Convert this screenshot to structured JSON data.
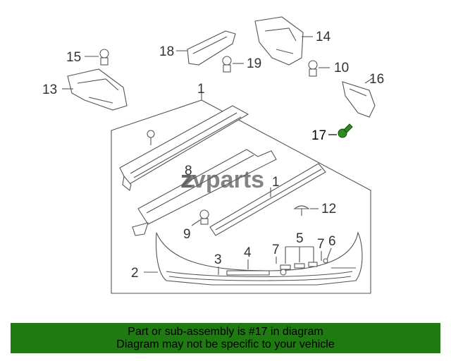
{
  "callouts": {
    "c1": "1",
    "c1b": "1",
    "c2": "2",
    "c3": "3",
    "c4": "4",
    "c5": "5",
    "c6": "6",
    "c7a": "7",
    "c7b": "7",
    "c8": "8",
    "c9": "9",
    "c10": "10",
    "c12": "12",
    "c13": "13",
    "c14": "14",
    "c15": "15",
    "c16": "16",
    "c17": "17",
    "c18": "18",
    "c19": "19"
  },
  "watermark": "zvparts",
  "banner": {
    "line1": "Part or sub-assembly is #17 in diagram",
    "line2": "Diagram may not be specific to your vehicle"
  },
  "colors": {
    "banner_bg": "#1f7a12",
    "highlight_part": "#2e8b1f",
    "line_art": "#555555"
  }
}
